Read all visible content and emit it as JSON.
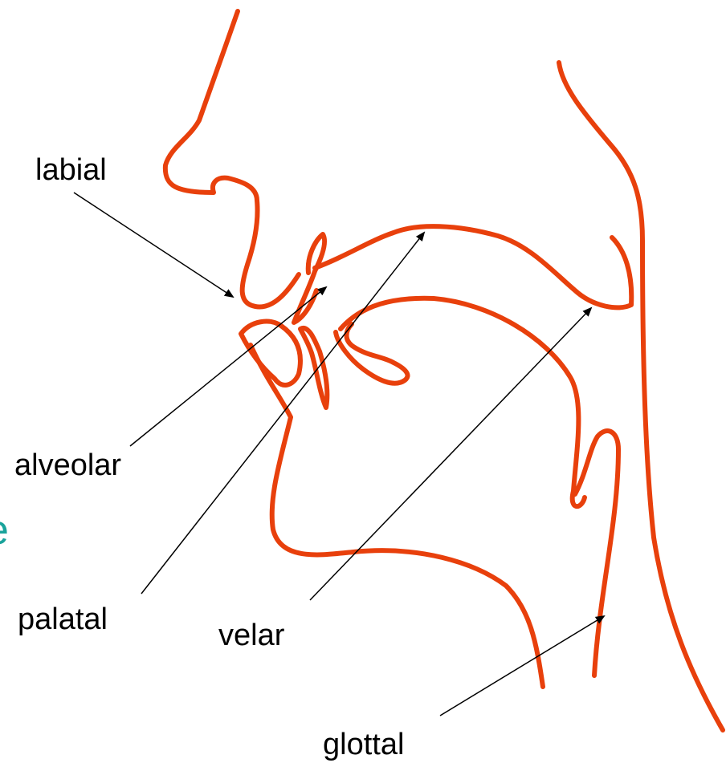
{
  "colors": {
    "tract_stroke": "#e8400c",
    "pointer": "#000000",
    "label": "#000000",
    "fragment": "#1aa39b"
  },
  "labels": {
    "labial": "labial",
    "alveolar": "alveolar",
    "palatal": "palatal",
    "velar": "velar",
    "glottal": "glottal"
  },
  "left_edge_fragment": "e"
}
